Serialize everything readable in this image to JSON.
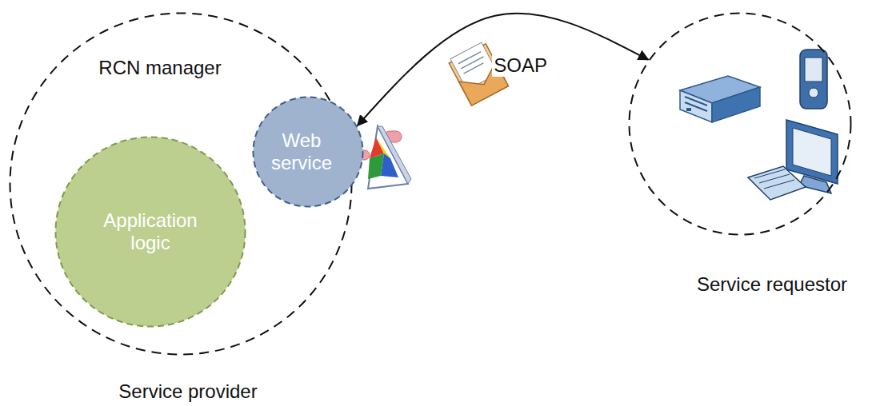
{
  "diagram": {
    "nodes": [
      {
        "text": [
          "RCN manager",
          "Service provider"
        ]
      },
      {
        "text": [
          "Application logic"
        ],
        "in": 0
      },
      {
        "text": [
          "Web service"
        ],
        "in": 0
      },
      {
        "text": [
          "Service requestor"
        ]
      }
    ],
    "edges": [
      {
        "from": 2,
        "to": 3,
        "label": "SOAP",
        "arrow": "both"
      }
    ]
  }
}
